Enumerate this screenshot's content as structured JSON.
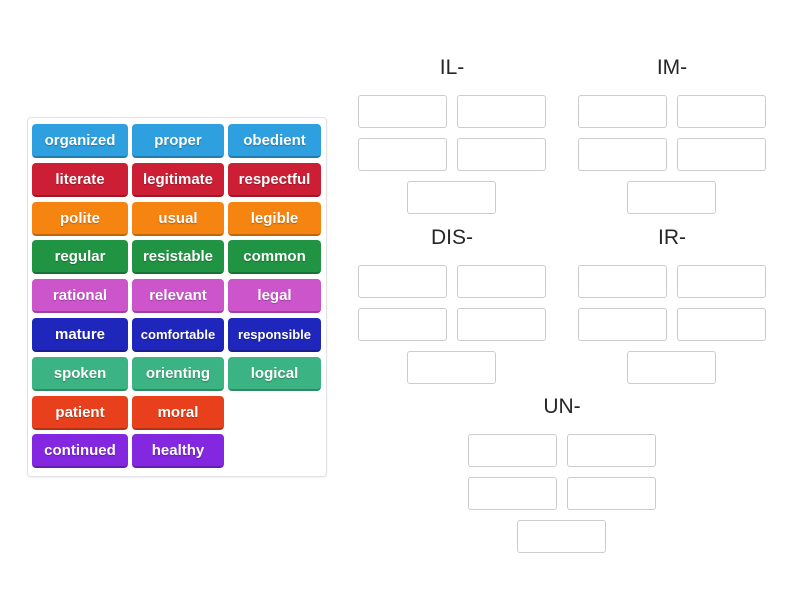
{
  "activity": {
    "type": "group-sort",
    "background_color": "#ffffff"
  },
  "word_bank": {
    "panel_name": "word-bank",
    "border_color": "#e2e2e2",
    "rows": [
      {
        "color": "#2e9fdf",
        "words": [
          "organized",
          "proper",
          "obedient"
        ]
      },
      {
        "color": "#cc1f36",
        "words": [
          "literate",
          "legitimate",
          "respectful"
        ]
      },
      {
        "color": "#f58410",
        "words": [
          "polite",
          "usual",
          "legible"
        ]
      },
      {
        "color": "#219443",
        "words": [
          "regular",
          "resistable",
          "common"
        ]
      },
      {
        "color": "#cc55cc",
        "words": [
          "rational",
          "relevant",
          "legal"
        ]
      },
      {
        "color": "#1f26bb",
        "words": [
          "mature",
          "comfortable",
          "responsible"
        ]
      },
      {
        "color": "#3cb383",
        "words": [
          "spoken",
          "orienting",
          "logical"
        ]
      },
      {
        "color": "#e8401c",
        "words": [
          "patient",
          "moral"
        ]
      },
      {
        "color": "#8327e0",
        "words": [
          "continued",
          "healthy"
        ]
      }
    ]
  },
  "groups": [
    {
      "title": "IL-",
      "slot_count": 5,
      "slots": [
        "",
        "",
        "",
        "",
        ""
      ]
    },
    {
      "title": "IM-",
      "slot_count": 5,
      "slots": [
        "",
        "",
        "",
        "",
        ""
      ]
    },
    {
      "title": "DIS-",
      "slot_count": 5,
      "slots": [
        "",
        "",
        "",
        "",
        ""
      ]
    },
    {
      "title": "IR-",
      "slot_count": 5,
      "slots": [
        "",
        "",
        "",
        "",
        ""
      ]
    },
    {
      "title": "UN-",
      "slot_count": 5,
      "slots": [
        "",
        "",
        "",
        "",
        ""
      ]
    }
  ]
}
